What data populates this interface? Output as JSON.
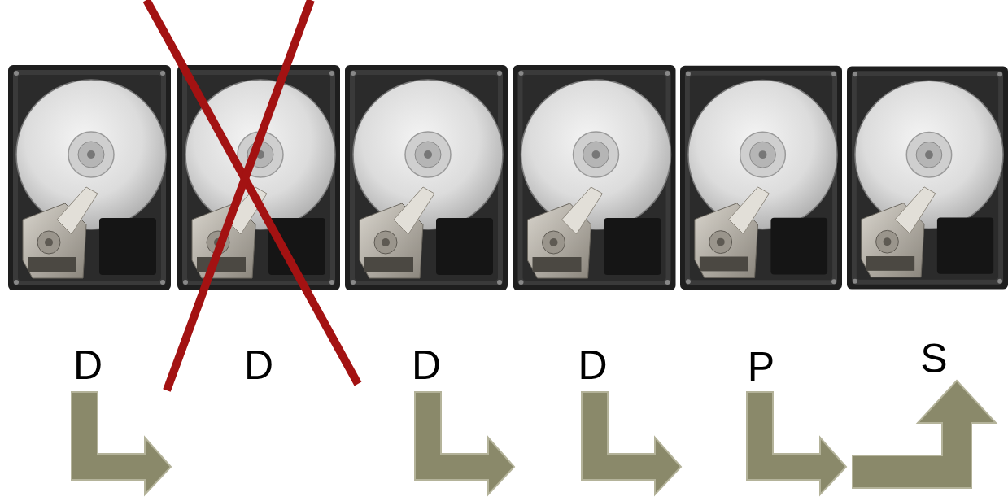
{
  "diagram": {
    "nodes": [
      {
        "text": [
          "D"
        ]
      },
      {
        "text": [
          "D"
        ]
      },
      {
        "text": [
          "D"
        ]
      },
      {
        "text": [
          "D"
        ]
      },
      {
        "text": [
          "P"
        ]
      },
      {
        "text": [
          "S"
        ]
      }
    ]
  }
}
